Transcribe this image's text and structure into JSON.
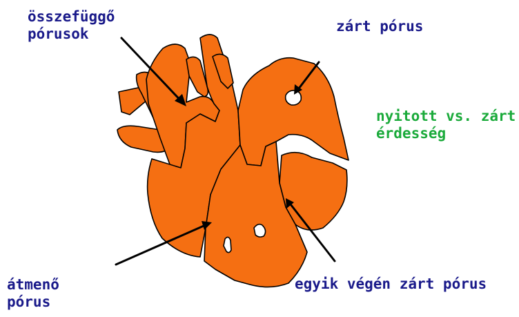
{
  "labels": {
    "interconnected_pores": [
      "összefüggő",
      "pórusok"
    ],
    "closed_pore": "zárt pórus",
    "open_vs_closed_roughness": [
      "nyitott vs. zárt",
      "érdesség"
    ],
    "through_pore": [
      "átmenő",
      "pórus"
    ],
    "dead_end_pore": "egyik végén zárt pórus"
  },
  "colors": {
    "particle_fill": "#f56f12",
    "outline": "#000000",
    "label_text": "#1a1a8a",
    "highlight_text": "#1aaa3a"
  }
}
